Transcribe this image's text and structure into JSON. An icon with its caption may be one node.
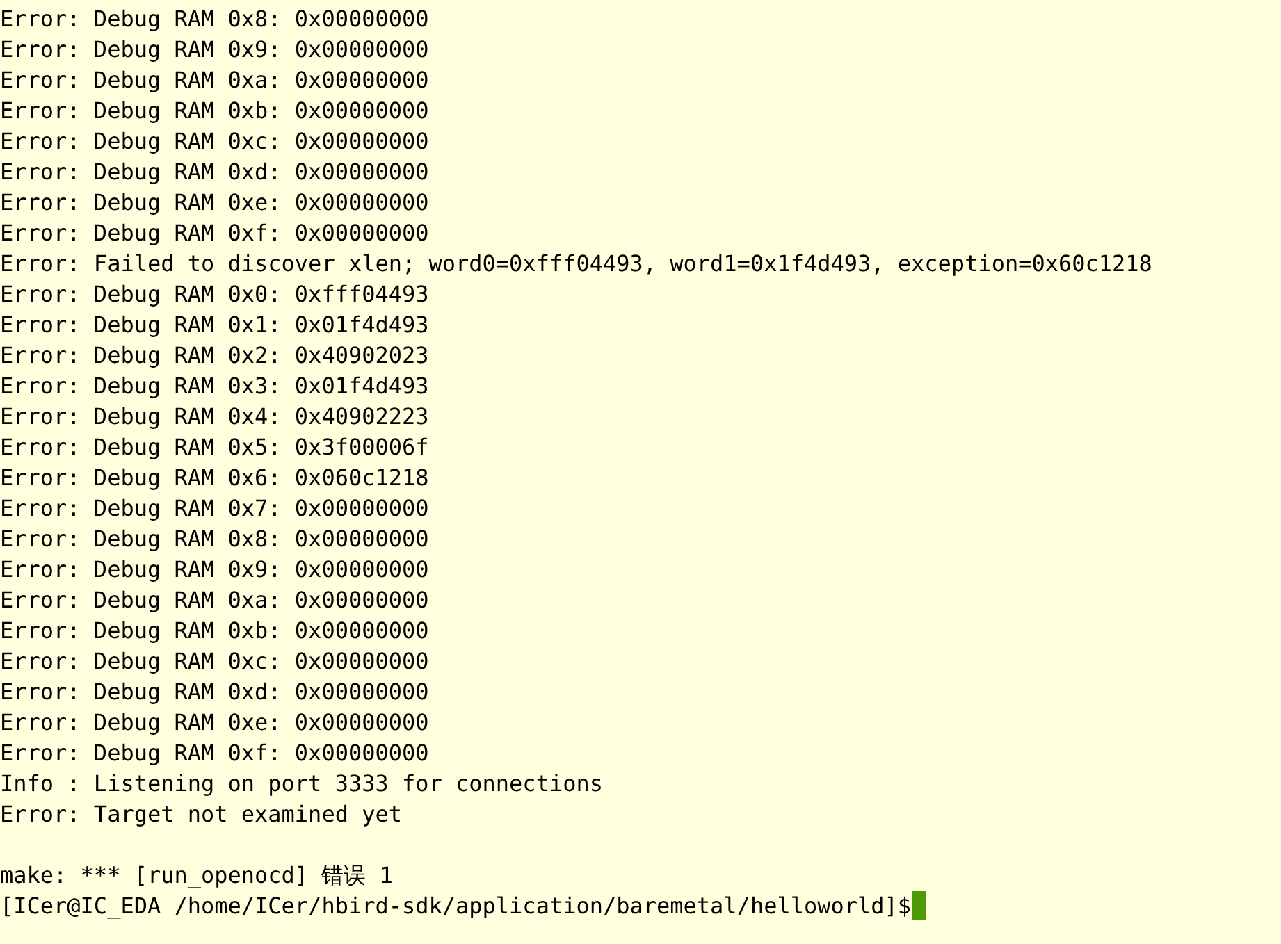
{
  "diagram": {
    "labels": [
      "Error: Debug RAM 0x8: 0x00000000",
      "Error: Debug RAM 0x9: 0x00000000",
      "Error: Debug RAM 0xa: 0x00000000",
      "Error: Debug RAM 0xb: 0x00000000",
      "Error: Debug RAM 0xc: 0x00000000",
      "Error: Debug RAM 0xd: 0x00000000",
      "Error: Debug RAM 0xe: 0x00000000",
      "Error: Debug RAM 0xf: 0x00000000",
      "Error: Failed to discover xlen; word0=0xfff04493, word1=0x1f4d493, exception=0x60c1218",
      "Error: Debug RAM 0x0: 0xfff04493",
      "Error: Debug RAM 0x1: 0x01f4d493",
      "Error: Debug RAM 0x2: 0x40902023",
      "Error: Debug RAM 0x3: 0x01f4d493",
      "Error: Debug RAM 0x4: 0x40902223",
      "Error: Debug RAM 0x5: 0x3f00006f",
      "Error: Debug RAM 0x6: 0x060c1218",
      "Error: Debug RAM 0x7: 0x00000000",
      "Error: Debug RAM 0x8: 0x00000000",
      "Error: Debug RAM 0x9: 0x00000000",
      "Error: Debug RAM 0xa: 0x00000000",
      "Error: Debug RAM 0xb: 0x00000000",
      "Error: Debug RAM 0xc: 0x00000000",
      "Error: Debug RAM 0xd: 0x00000000",
      "Error: Debug RAM 0xe: 0x00000000",
      "Error: Debug RAM 0xf: 0x00000000",
      "Info : Listening on port 3333 for connections",
      "Error: Target not examined yet",
      "make: *** [run_openocd] 错误 1",
      "[ICer@IC_EDA /home/ICer/hbird-sdk/application/baremetal/helloworld]$"
    ]
  }
}
